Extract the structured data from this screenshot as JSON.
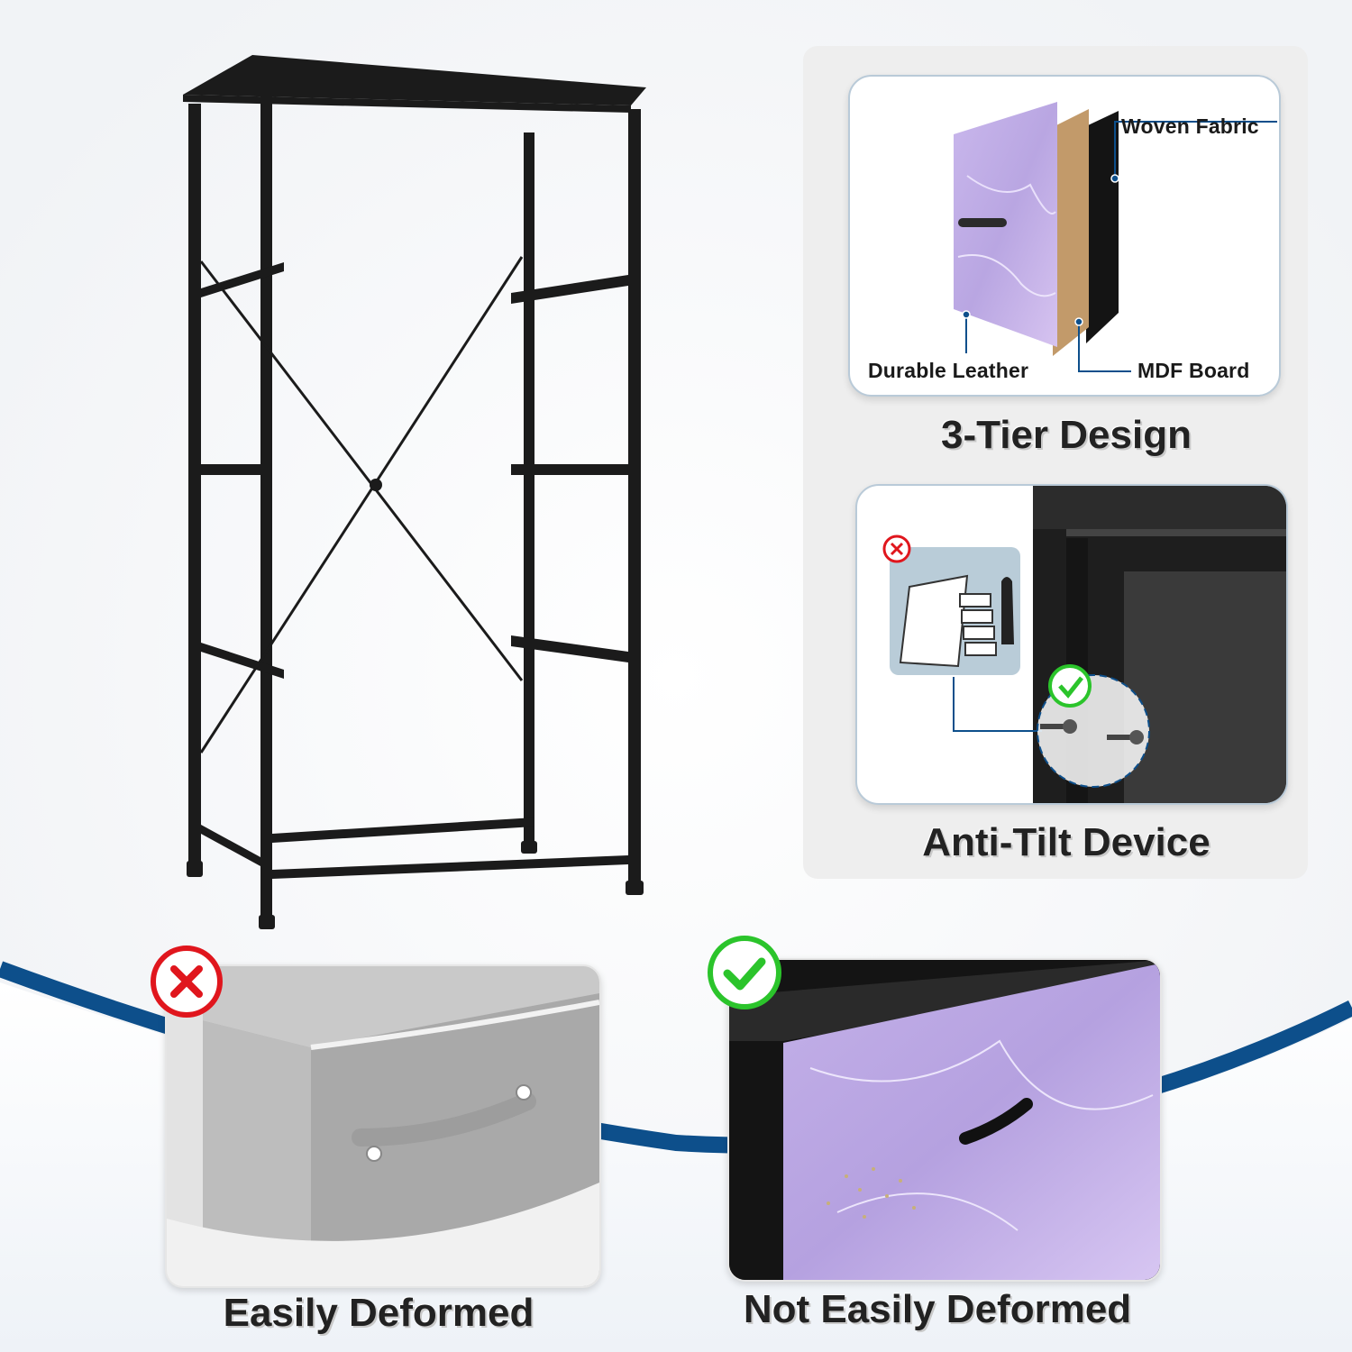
{
  "layers_card": {
    "woven_label": "Woven Fabric",
    "leather_label": "Durable Leather",
    "mdf_label": "MDF Board"
  },
  "features": {
    "tier_title": "3-Tier Design",
    "antitilt_title": "Anti-Tilt Device"
  },
  "comparison": {
    "bad_label": "Easily Deformed",
    "good_label": "Not Easily Deformed"
  },
  "colors": {
    "accent_blue": "#0d4f8b",
    "bad_red": "#e0161d",
    "good_green": "#2bc42b",
    "frame_black": "#1b1b1b",
    "lavender": "#c5b2e6"
  },
  "icons": [
    "frame-illustration",
    "x-mark-icon",
    "check-mark-icon",
    "screw-icon",
    "drawer-handle-icon"
  ]
}
